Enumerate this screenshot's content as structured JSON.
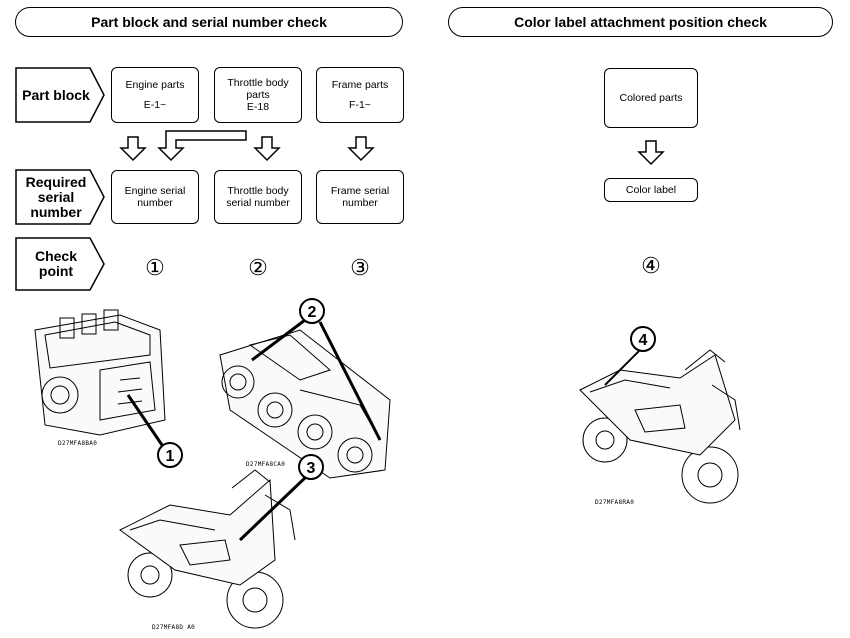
{
  "left_header": "Part block and serial number check",
  "right_header": "Color label attachment position check",
  "row_labels": {
    "part_block": "Part block",
    "required_serial_line1": "Required",
    "required_serial_line2": "serial",
    "required_serial_line3": "number",
    "check_point_line1": "Check",
    "check_point_line2": "point"
  },
  "part_blocks": [
    {
      "name": "Engine parts",
      "code": "E-1~"
    },
    {
      "name_line1": "Throttle body",
      "name_line2": "parts",
      "code": "E-18"
    },
    {
      "name": "Frame parts",
      "code": "F-1~"
    }
  ],
  "serial_numbers": [
    {
      "line1": "Engine serial",
      "line2": "number"
    },
    {
      "line1": "Throttle body",
      "line2": "serial number"
    },
    {
      "line1": "Frame serial",
      "line2": "number"
    }
  ],
  "check_points": [
    "①",
    "②",
    "③",
    "④"
  ],
  "color_flow": {
    "colored_parts": "Colored parts",
    "color_label": "Color label"
  },
  "image_captions": {
    "engine": "D27MFA8BA0",
    "throttle": "D27MFA8CA0",
    "frame": "D27MFA8D A0",
    "color": "D27MFA8RA0"
  }
}
